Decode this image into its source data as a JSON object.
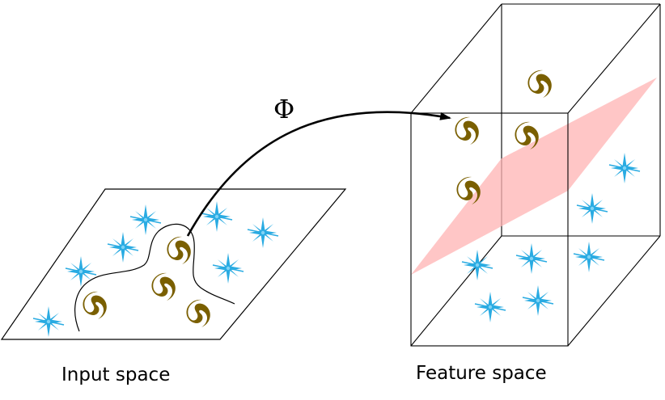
{
  "input_caption": "Input space",
  "feature_caption": "Feature space",
  "mapping_symbol": "Φ",
  "colors": {
    "star": "#29abe2",
    "blob": "#7a5f00",
    "plane": "#ffb3b3",
    "line": "#000000"
  },
  "icons": {
    "class_a": "star-icon",
    "class_b": "swirl-blob-icon"
  }
}
